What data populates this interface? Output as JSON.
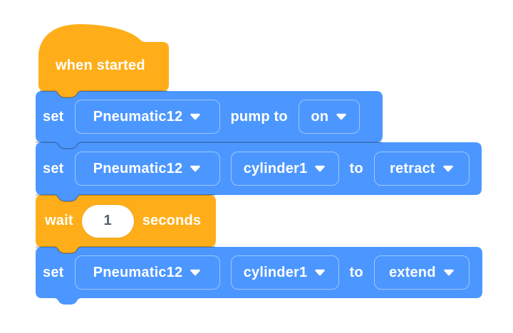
{
  "colors": {
    "canvas_bg": "#ffffff",
    "block_blue": "#4C97FF",
    "block_orange": "#FFAE19",
    "block_text": "#ffffff",
    "input_bg": "#ffffff",
    "input_text": "#575E75"
  },
  "blocks": {
    "hat": {
      "label": "when started"
    },
    "set_pump": {
      "set": "set",
      "device": "Pneumatic12",
      "pump_to": "pump to",
      "value": "on"
    },
    "set_retract": {
      "set": "set",
      "device": "Pneumatic12",
      "cylinder": "cylinder1",
      "to": "to",
      "value": "retract"
    },
    "wait": {
      "wait": "wait",
      "value": "1",
      "seconds": "seconds"
    },
    "set_extend": {
      "set": "set",
      "device": "Pneumatic12",
      "cylinder": "cylinder1",
      "to": "to",
      "value": "extend"
    }
  }
}
